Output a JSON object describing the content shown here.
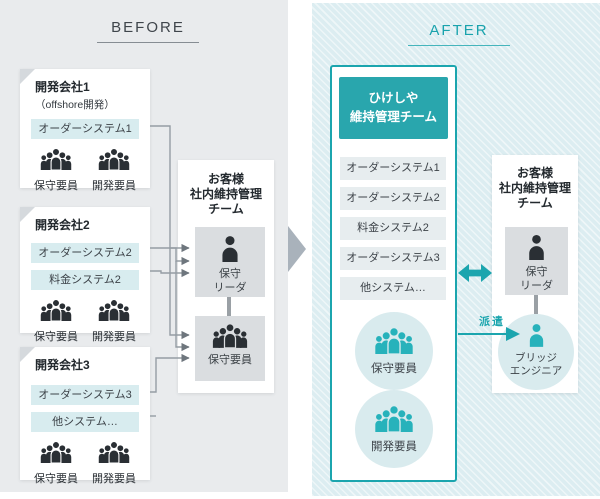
{
  "before": {
    "title": "BEFORE",
    "companies": [
      {
        "name": "開発会社1",
        "subtitle": "（offshore開発）",
        "systems": [
          "オーダーシステム1"
        ],
        "groups": [
          "保守要員",
          "開発要員"
        ]
      },
      {
        "name": "開発会社2",
        "systems": [
          "オーダーシステム2",
          "料金システム2"
        ],
        "groups": [
          "保守要員",
          "開発要員"
        ]
      },
      {
        "name": "開発会社3",
        "systems": [
          "オーダーシステム3",
          "他システム…"
        ],
        "groups": [
          "保守要員",
          "開発要員"
        ]
      }
    ],
    "customer_team": {
      "title_line1": "お客様",
      "title_line2": "社内維持管理",
      "title_line3": "チーム",
      "leader_line1": "保守",
      "leader_line2": "リーダ",
      "staff": "保守要員"
    }
  },
  "after": {
    "title": "AFTER",
    "hikeshiya_team": {
      "header_line1": "ひけしや",
      "header_line2": "維持管理チーム",
      "systems": [
        "オーダーシステム1",
        "オーダーシステム2",
        "料金システム2",
        "オーダーシステム3",
        "他システム…"
      ],
      "maintenance_circle": "保守要員",
      "development_circle": "開発要員"
    },
    "customer_team": {
      "title_line1": "お客様",
      "title_line2": "社内維持管理",
      "title_line3": "チーム",
      "leader_line1": "保守",
      "leader_line2": "リーダ",
      "bridge_line1": "ブリッジ",
      "bridge_line2": "エンジニア"
    },
    "dispatch_label": "派遣"
  },
  "colors": {
    "accent_teal": "#1ba5ae",
    "teal_header_bg": "#29a6ad",
    "before_panel_bg": "#e9ebed",
    "after_panel_bg": "#dcedf1",
    "chip_cyan_bg": "#d8ecef",
    "chip_gray_bg": "#e7edef",
    "inner_gray_box_bg": "#dadde0",
    "line_gray": "#959da4",
    "chevron_gray": "#a9b2bb",
    "dark_icon": "#2a2f34"
  }
}
